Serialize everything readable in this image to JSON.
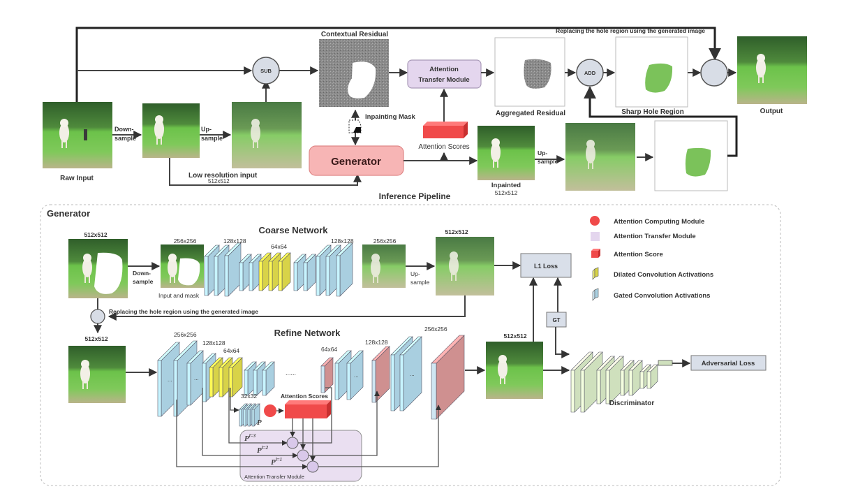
{
  "inference": {
    "title": "Inference Pipeline",
    "raw_input": "Raw Input",
    "downsample": [
      "Down-",
      "sample"
    ],
    "upsample": [
      "Up-",
      "sample"
    ],
    "low_res": "Low resolution input",
    "low_res_size": "512x512",
    "sub": "SUB",
    "add": "ADD",
    "contextual_residual": "Contextual Residual",
    "inpainting_mask": "Inpainting Mask",
    "attention_transfer": [
      "Attention",
      "Transfer Module"
    ],
    "attention_scores": "Attention Scores",
    "generator": "Generator",
    "aggregated_residual": "Aggregated Residual",
    "sharp_hole": "Sharp Hole Region",
    "output": "Output",
    "inpainted": "Inpainted",
    "inpainted_size": "512x512",
    "replacing": "Replacing the hole region using the generated image"
  },
  "generator": {
    "title": "Generator",
    "coarse_title": "Coarse Network",
    "refine_title": "Refine Network",
    "input_size": "512x512",
    "down_size": "256x256",
    "input_and_mask": "Input and mask",
    "downsample": [
      "Down-",
      "sample"
    ],
    "upsample": [
      "Up-",
      "sample"
    ],
    "coarse_128a": "128x128",
    "coarse_64": "64x64",
    "coarse_128b": "128x128",
    "coarse_out_256": "256x256",
    "coarse_out_512": "512x512",
    "replacing": "Replacing the hole region using the generated image",
    "refine_in_size": "512x512",
    "refine_256": "256x256",
    "refine_128": "128x128",
    "refine_64": "64x64",
    "refine_dots": "......",
    "refine_64b": "64x64",
    "refine_128b": "128x128",
    "refine_256b": "256x256",
    "size_32": "32x32",
    "p_label": "P",
    "attention_scores": "Attention Scores",
    "p3": "P",
    "p3_sup": "l=3",
    "p2": "P",
    "p2_sup": "l=2",
    "p1": "P",
    "p1_sup": "l=1",
    "atm_label": "Attention Transfer Module",
    "refine_out_size": "512x512",
    "l1_loss": "L1 Loss",
    "gt": "GT",
    "discriminator": "Discriminator",
    "adversarial_loss": "Adversarial Loss"
  },
  "legend": [
    {
      "label": "Attention Computing Module",
      "icon": "red-circle-icon"
    },
    {
      "label": "Attention Transfer Module",
      "icon": "lavender-square-icon"
    },
    {
      "label": "Attention Score",
      "icon": "red-cube-icon"
    },
    {
      "label": "Dilated Convolution Activations",
      "icon": "yellow-slab-icon"
    },
    {
      "label": "Gated Convolution Activations",
      "icon": "blue-slab-icon"
    }
  ],
  "colors": {
    "gated": "#a9cfe0",
    "dilated": "#d8d348",
    "attention_red": "#f04a4a",
    "atm_purple": "#e4d6ee",
    "generator_pink": "#f7b5b5",
    "disc_green": "#cfe0bd",
    "loss_box": "#d9dfe9",
    "node_fill": "#d8dde6"
  }
}
